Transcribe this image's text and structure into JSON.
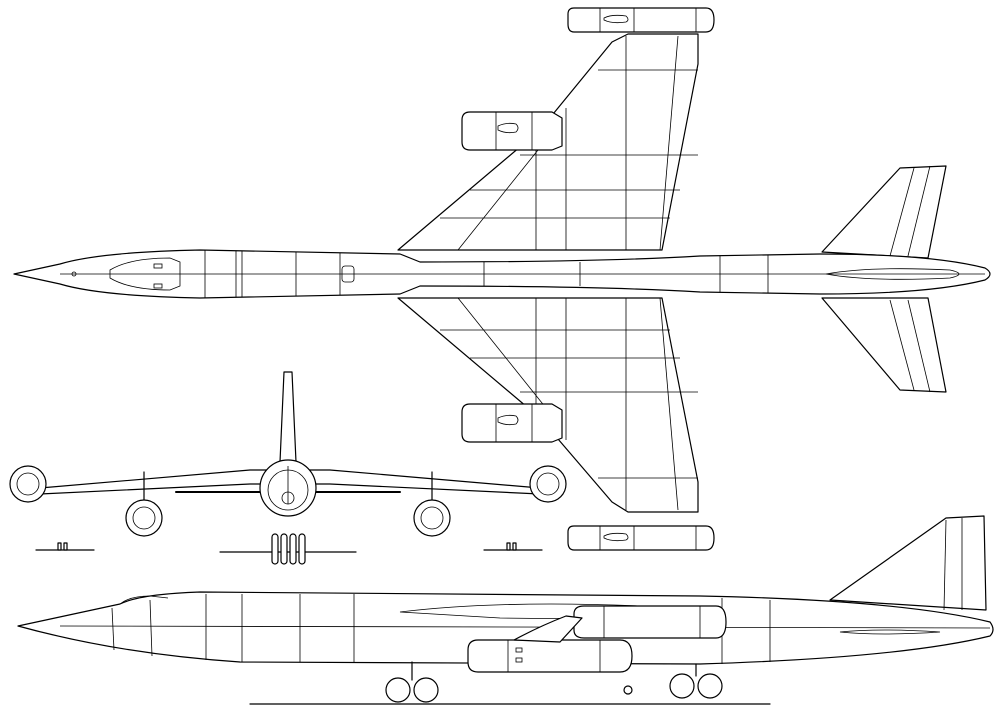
{
  "drawing": {
    "kind": "three-view line drawing",
    "views": [
      "top",
      "front",
      "side"
    ],
    "line_color": "#000000",
    "background_color": "#ffffff"
  }
}
